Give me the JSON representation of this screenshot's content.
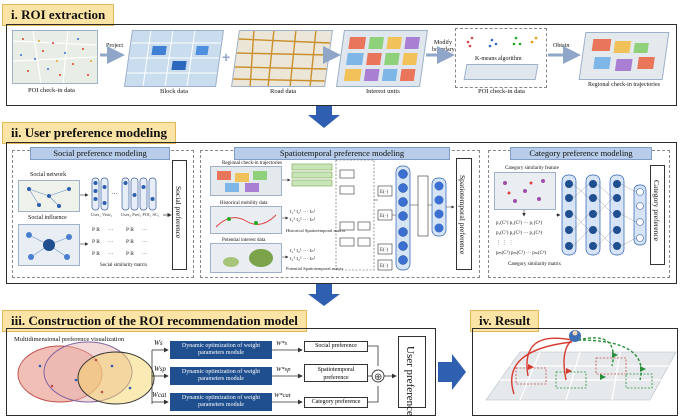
{
  "section1": {
    "title": "i. ROI extraction",
    "poi_label": "POI check-in data",
    "project_label": "Project",
    "block_label": "Block data",
    "road_label": "Road data",
    "interest_label": "Interest units",
    "modify_label": "Modify boundary",
    "kmeans_label": "K-means algorithm",
    "poi_label2": "POI check-in data",
    "obtain_label": "Obtain",
    "regional_label": "Regional check-in trajectories"
  },
  "section2": {
    "title": "ii. User preference modeling",
    "social": {
      "title": "Social preference modeling",
      "network_label": "Social network",
      "influence_label": "Social influence",
      "matrix_label": "Social similarity matrix",
      "vertical": "Social preference"
    },
    "spatio": {
      "title": "Spatiotemporal preference modeling",
      "regional_label": "Regional check-in trajectories",
      "historical_label": "Historical mobility data",
      "potential_label": "Potential interest data",
      "hist_matrix": "Historical Spatiotemporal matrix",
      "pot_matrix": "Potential Spatiotemporal matrix",
      "vertical": "Spatiotemporal preference"
    },
    "category": {
      "title": "Category preference modeling",
      "feature_label": "Category similarity feature",
      "matrix_label": "Category similarity matrix",
      "vertical": "Category preference"
    }
  },
  "section3": {
    "title": "iii. Construction of the ROI recommendation model",
    "viz_label": "Multidimensional preference visualization",
    "weights": [
      "Ws",
      "Wsp",
      "Wcat"
    ],
    "module_label": "Dynamic optimization of weight parameters module",
    "weight_outputs": [
      "W*s",
      "W*sp",
      "W*cat"
    ],
    "pref_outputs": [
      "Social preference",
      "Spatiotemporal preference",
      "Category preference"
    ],
    "final_label": "User preference"
  },
  "section4": {
    "title": "iv. Result"
  },
  "colors": {
    "title_bg": "#fbe4a6",
    "subtitle_bg": "#b7cde9",
    "arrow": "#2e5fb0",
    "module": "#1f4f8f"
  }
}
